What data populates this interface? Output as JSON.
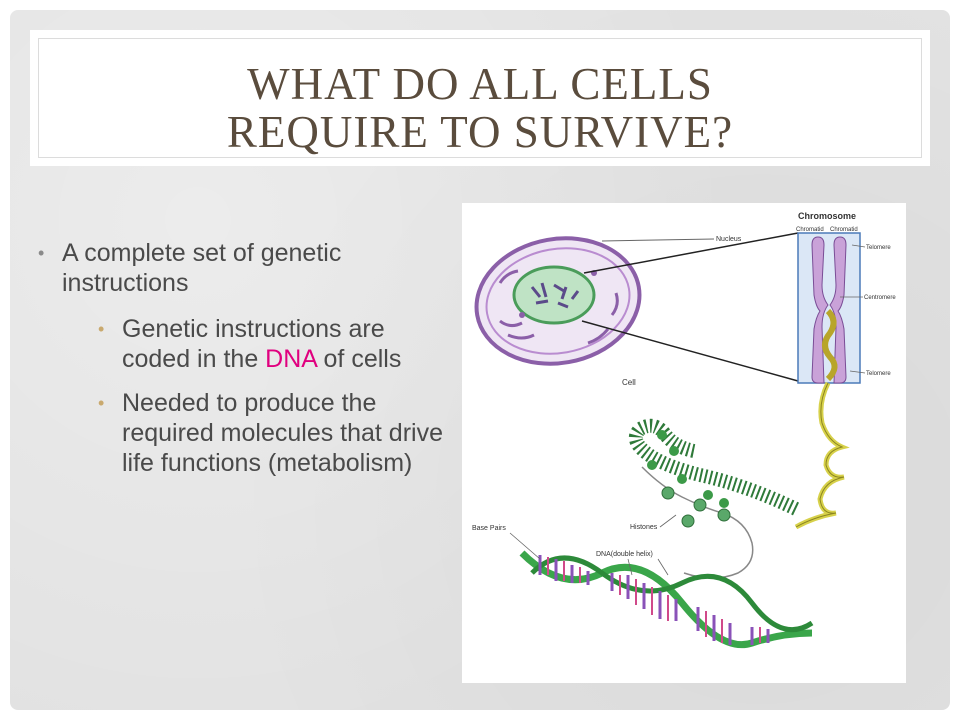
{
  "slide": {
    "title_line1": "WHAT DO ALL CELLS",
    "title_line2": "REQUIRE TO SURVIVE?",
    "bullets": {
      "main": " A complete set of genetic instructions",
      "sub1_before": "Genetic instructions are coded in the ",
      "sub1_accent": "DNA",
      "sub1_after": " of cells",
      "sub2": "Needed to produce the required molecules that drive life functions (metabolism)"
    },
    "colors": {
      "accent": "#e0007f",
      "title": "#5a4c3d",
      "bullet_sub": "#c9a96e"
    }
  },
  "figure": {
    "labels": {
      "chromosome": "Chromosome",
      "chromatid_left": "Chromatid",
      "chromatid_right": "Chromatid",
      "nucleus": "Nucleus",
      "telomere_top": "Telomere",
      "centromere": "Centromere",
      "telomere_bottom": "Telomere",
      "cell": "Cell",
      "histones": "Histones",
      "base_pairs": "Base Pairs",
      "dna": "DNA(double helix)"
    }
  }
}
